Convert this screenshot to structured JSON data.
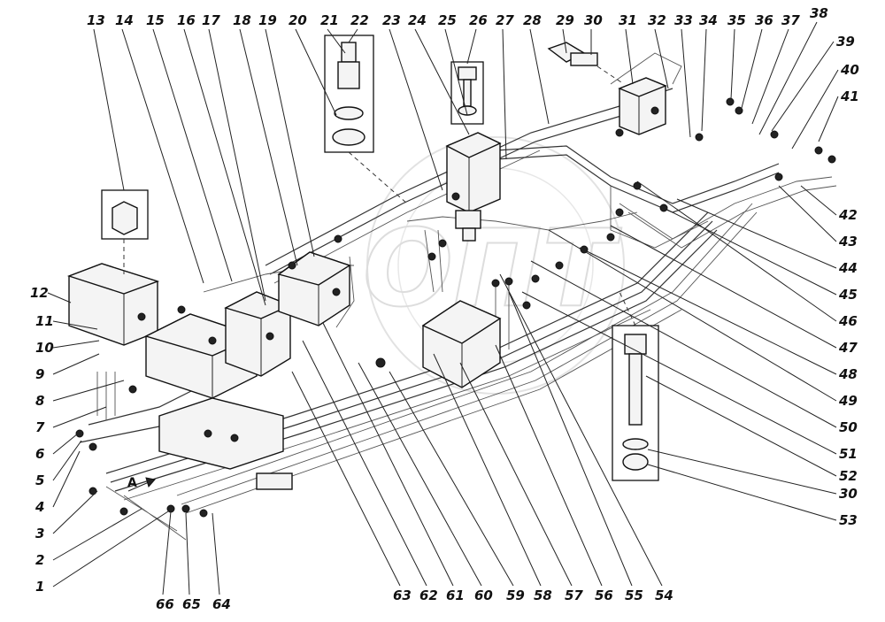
{
  "labels": [
    "1",
    "2",
    "3",
    "4",
    "5",
    "6",
    "7",
    "8",
    "9",
    "10",
    "11",
    "12",
    "13",
    "14",
    "15",
    "16",
    "17",
    "18",
    "19",
    "20",
    "21",
    "22",
    "23",
    "24",
    "25",
    "26",
    "27",
    "28",
    "29",
    "30",
    "31",
    "32",
    "33",
    "34",
    "35",
    "36",
    "37",
    "38",
    "39",
    "40",
    "41",
    "42",
    "43",
    "44",
    "45",
    "46",
    "47",
    "48",
    "49",
    "50",
    "51",
    "52",
    "30",
    "53",
    "54",
    "55",
    "56",
    "57",
    "58",
    "59",
    "60",
    "61",
    "62",
    "63",
    "64",
    "65",
    "66"
  ],
  "view_marker": "A",
  "watermark": "ОПТ"
}
